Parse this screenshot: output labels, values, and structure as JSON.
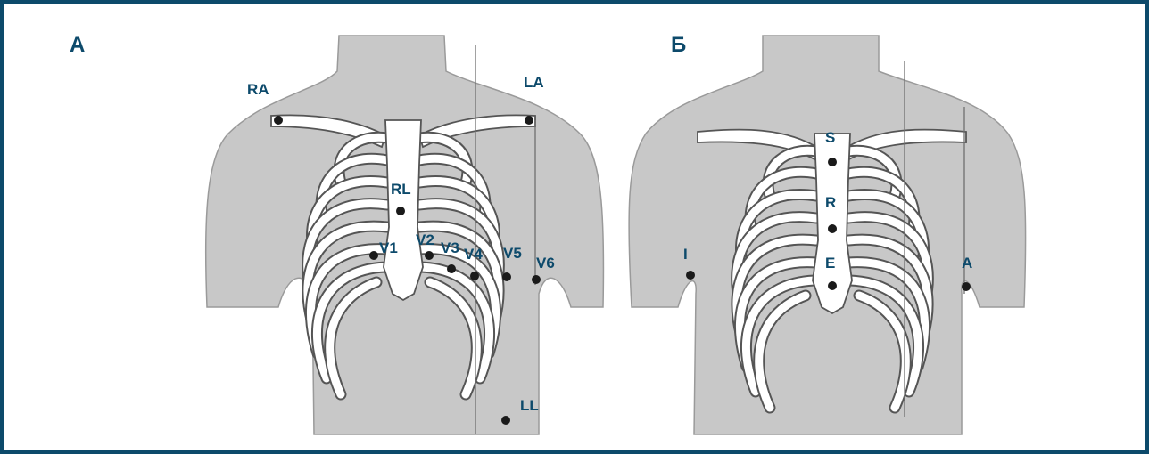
{
  "panels": {
    "a": {
      "label": "А",
      "electrodes": {
        "ra": "RA",
        "la": "LA",
        "rl": "RL",
        "ll": "LL",
        "v1": "V1",
        "v2": "V2",
        "v3": "V3",
        "v4": "V4",
        "v5": "V5",
        "v6": "V6"
      }
    },
    "b": {
      "label": "Б",
      "electrodes": {
        "s": "S",
        "r": "R",
        "e": "E",
        "i": "I",
        "a": "A"
      }
    }
  },
  "colors": {
    "frame": "#0d4a6b",
    "label": "#0d4a6b",
    "skin": "#c8c8c8",
    "electrode": "#1a1a1a"
  }
}
